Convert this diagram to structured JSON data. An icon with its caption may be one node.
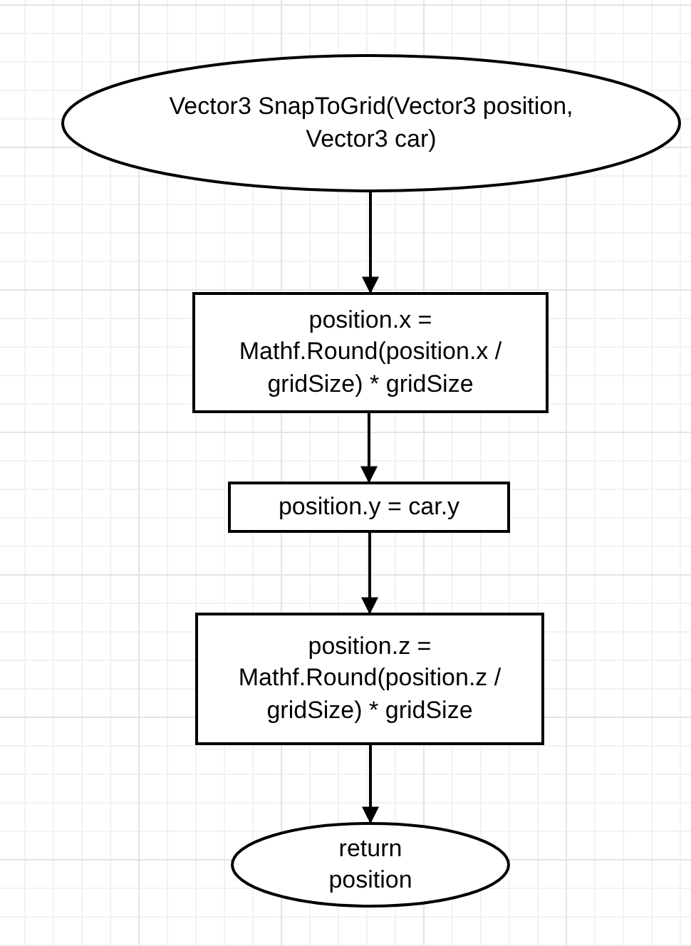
{
  "diagram": {
    "nodes": [
      {
        "text": [
          "Vector3 SnapToGrid(Vector3 position, Vector3 car)"
        ]
      },
      {
        "text": [
          "position.x = Mathf.Round(position.x / gridSize) * gridSize"
        ]
      },
      {
        "text": [
          "position.y = car.y"
        ]
      },
      {
        "text": [
          "position.z = Mathf.Round(position.z / gridSize) * gridSize"
        ]
      },
      {
        "text": [
          "return position"
        ]
      }
    ],
    "edges": [
      {
        "from": 0,
        "to": 1,
        "arrow": "to"
      },
      {
        "from": 1,
        "to": 2,
        "arrow": "to"
      },
      {
        "from": 2,
        "to": 3,
        "arrow": "to"
      },
      {
        "from": 3,
        "to": 4,
        "arrow": "to"
      }
    ]
  }
}
